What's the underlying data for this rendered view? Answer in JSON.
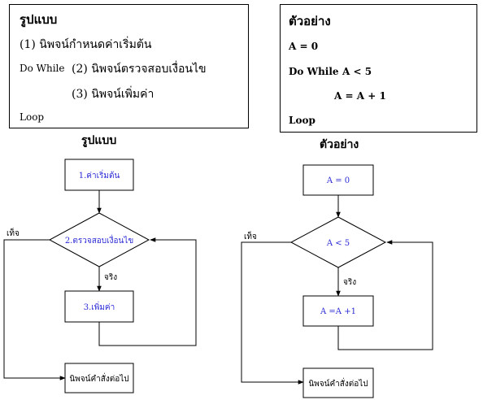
{
  "format_box": {
    "title": "รูปแบบ",
    "line1": "(1) นิพจน์กำหนดค่าเริ่มต้น",
    "do_while": "Do While",
    "line2": "(2) นิพจน์ตรวจสอบเงื่อนไข",
    "line3": "(3) นิพจน์เพิ่มค่า",
    "loop": "Loop"
  },
  "example_box": {
    "title": "ตัวอย่าง",
    "line1": "A  =  0",
    "do_while": "Do While",
    "condition": "A  <  5",
    "line3": "A  = A  +  1",
    "loop": "Loop"
  },
  "left_flowchart": {
    "caption": "รูปแบบ",
    "init": "1.ค่าเริ่มต้น",
    "condition": "2.ตรวจสอบเงื่อนไข",
    "increment": "3.เพิ่มค่า",
    "true_label": "จริง",
    "false_label": "เท็จ",
    "next": "นิพจน์คำสั่งต่อไป"
  },
  "right_flowchart": {
    "caption": "ตัวอย่าง",
    "init": "A = 0",
    "condition": "A < 5",
    "increment": "A =A +1",
    "true_label": "จริง",
    "false_label": "เท็จ",
    "next": "นิพจน์คำสั่งต่อไป"
  },
  "colors": {
    "process_text": "#2b2bd6",
    "line": "#000000"
  }
}
